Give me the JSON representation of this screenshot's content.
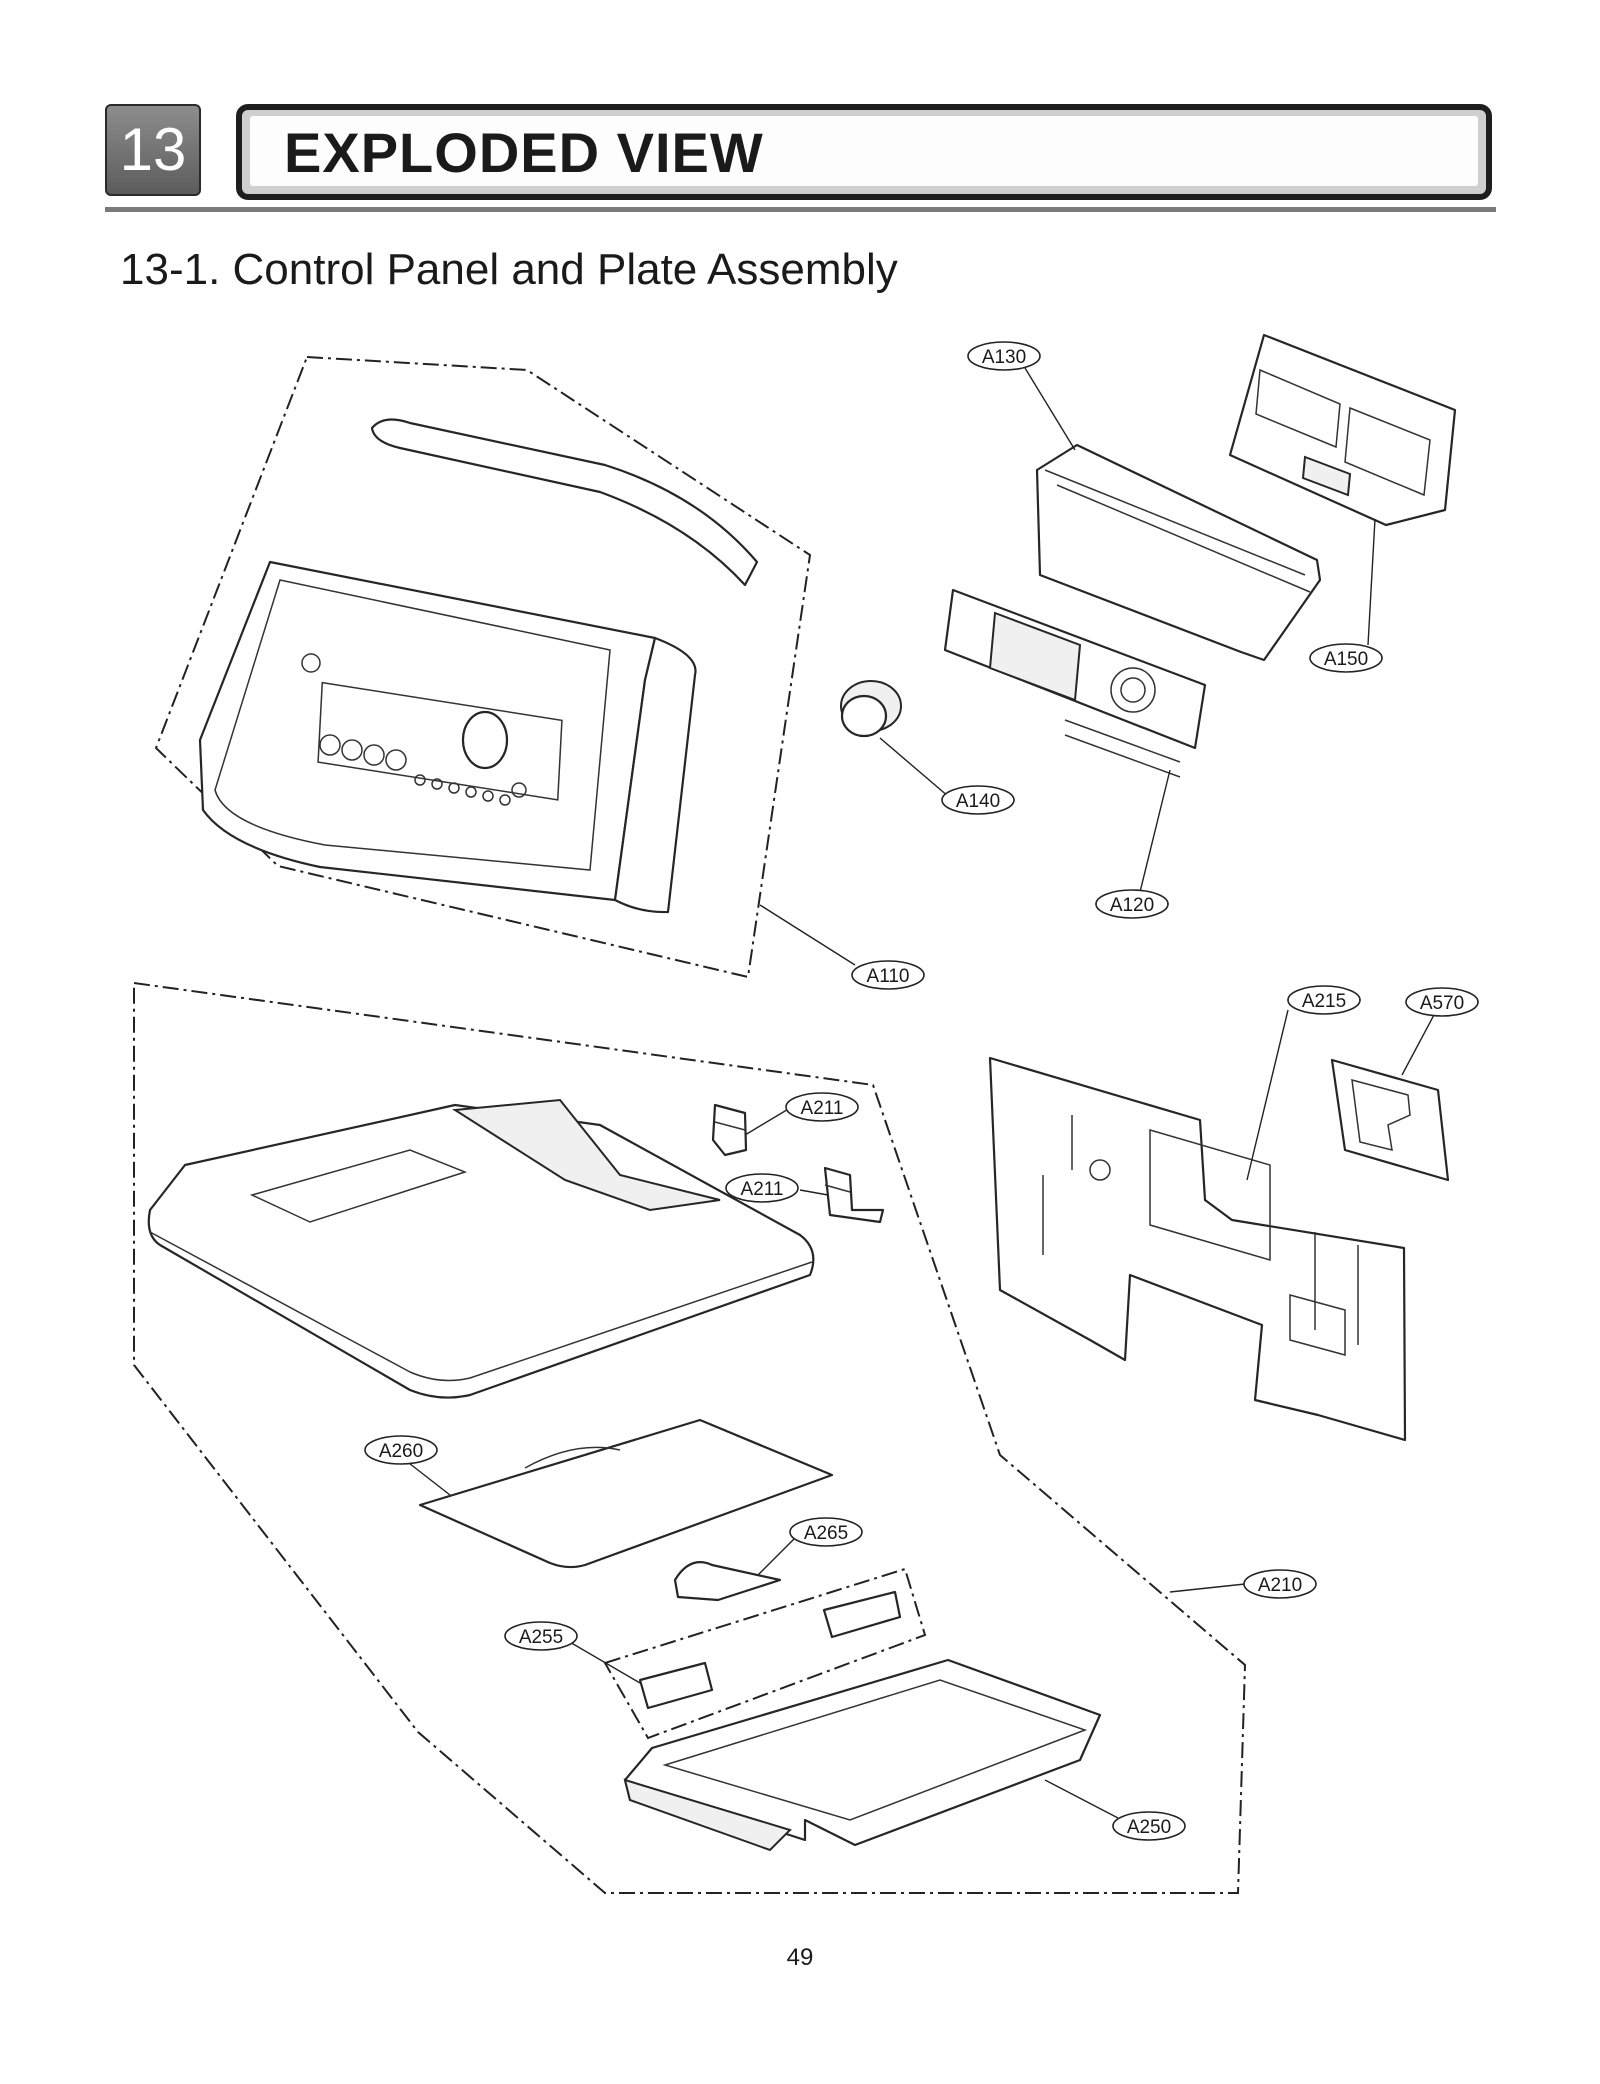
{
  "header": {
    "chapter_number": "13",
    "chapter_title": "EXPLODED VIEW",
    "section_title": "13-1. Control Panel and Plate Assembly"
  },
  "callouts": {
    "a130": "A130",
    "a150": "A150",
    "a140": "A140",
    "a120": "A120",
    "a110": "A110",
    "a215": "A215",
    "a570": "A570",
    "a211_top": "A211",
    "a211_bottom": "A211",
    "a260": "A260",
    "a265": "A265",
    "a255": "A255",
    "a210": "A210",
    "a250": "A250"
  },
  "footer": {
    "page_number": "49"
  }
}
